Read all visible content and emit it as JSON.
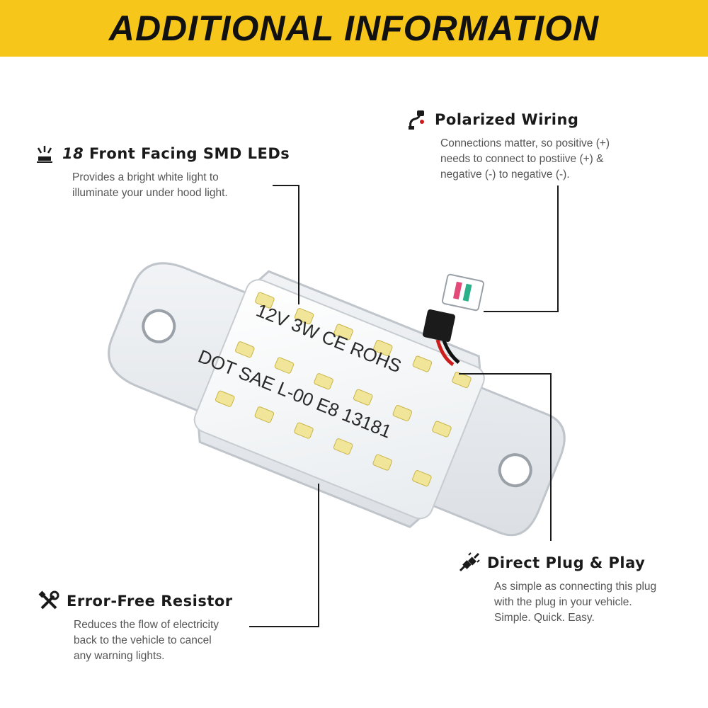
{
  "banner": {
    "title": "ADDITIONAL INFORMATION",
    "color": "#f7c61a"
  },
  "features": {
    "leds": {
      "number": "18",
      "title": "Front Facing SMD LEDs",
      "icon": "light-icon",
      "desc": [
        "Provides a bright white light to",
        "illuminate your under hood light."
      ]
    },
    "wiring": {
      "title": "Polarized Wiring",
      "icon": "plug-wire-icon",
      "desc": [
        "Connections matter, so positive (+)",
        "needs to connect to postiive (+) &",
        "negative (-) to negative (-)."
      ]
    },
    "plug": {
      "title": "Direct Plug & Play",
      "icon": "plug-connector-icon",
      "desc": [
        "As simple as connecting this plug",
        "with the plug in your vehicle.",
        "Simple. Quick. Easy."
      ]
    },
    "resistor": {
      "title": "Error-Free Resistor",
      "icon": "tools-icon",
      "desc": [
        "Reduces the flow of electricity",
        "back to the vehicle to cancel",
        "any warning lights."
      ]
    }
  },
  "product": {
    "print_line1": "12V 3W CE ROHS",
    "print_line2": "DOT SAE L-00 E8 13181"
  }
}
